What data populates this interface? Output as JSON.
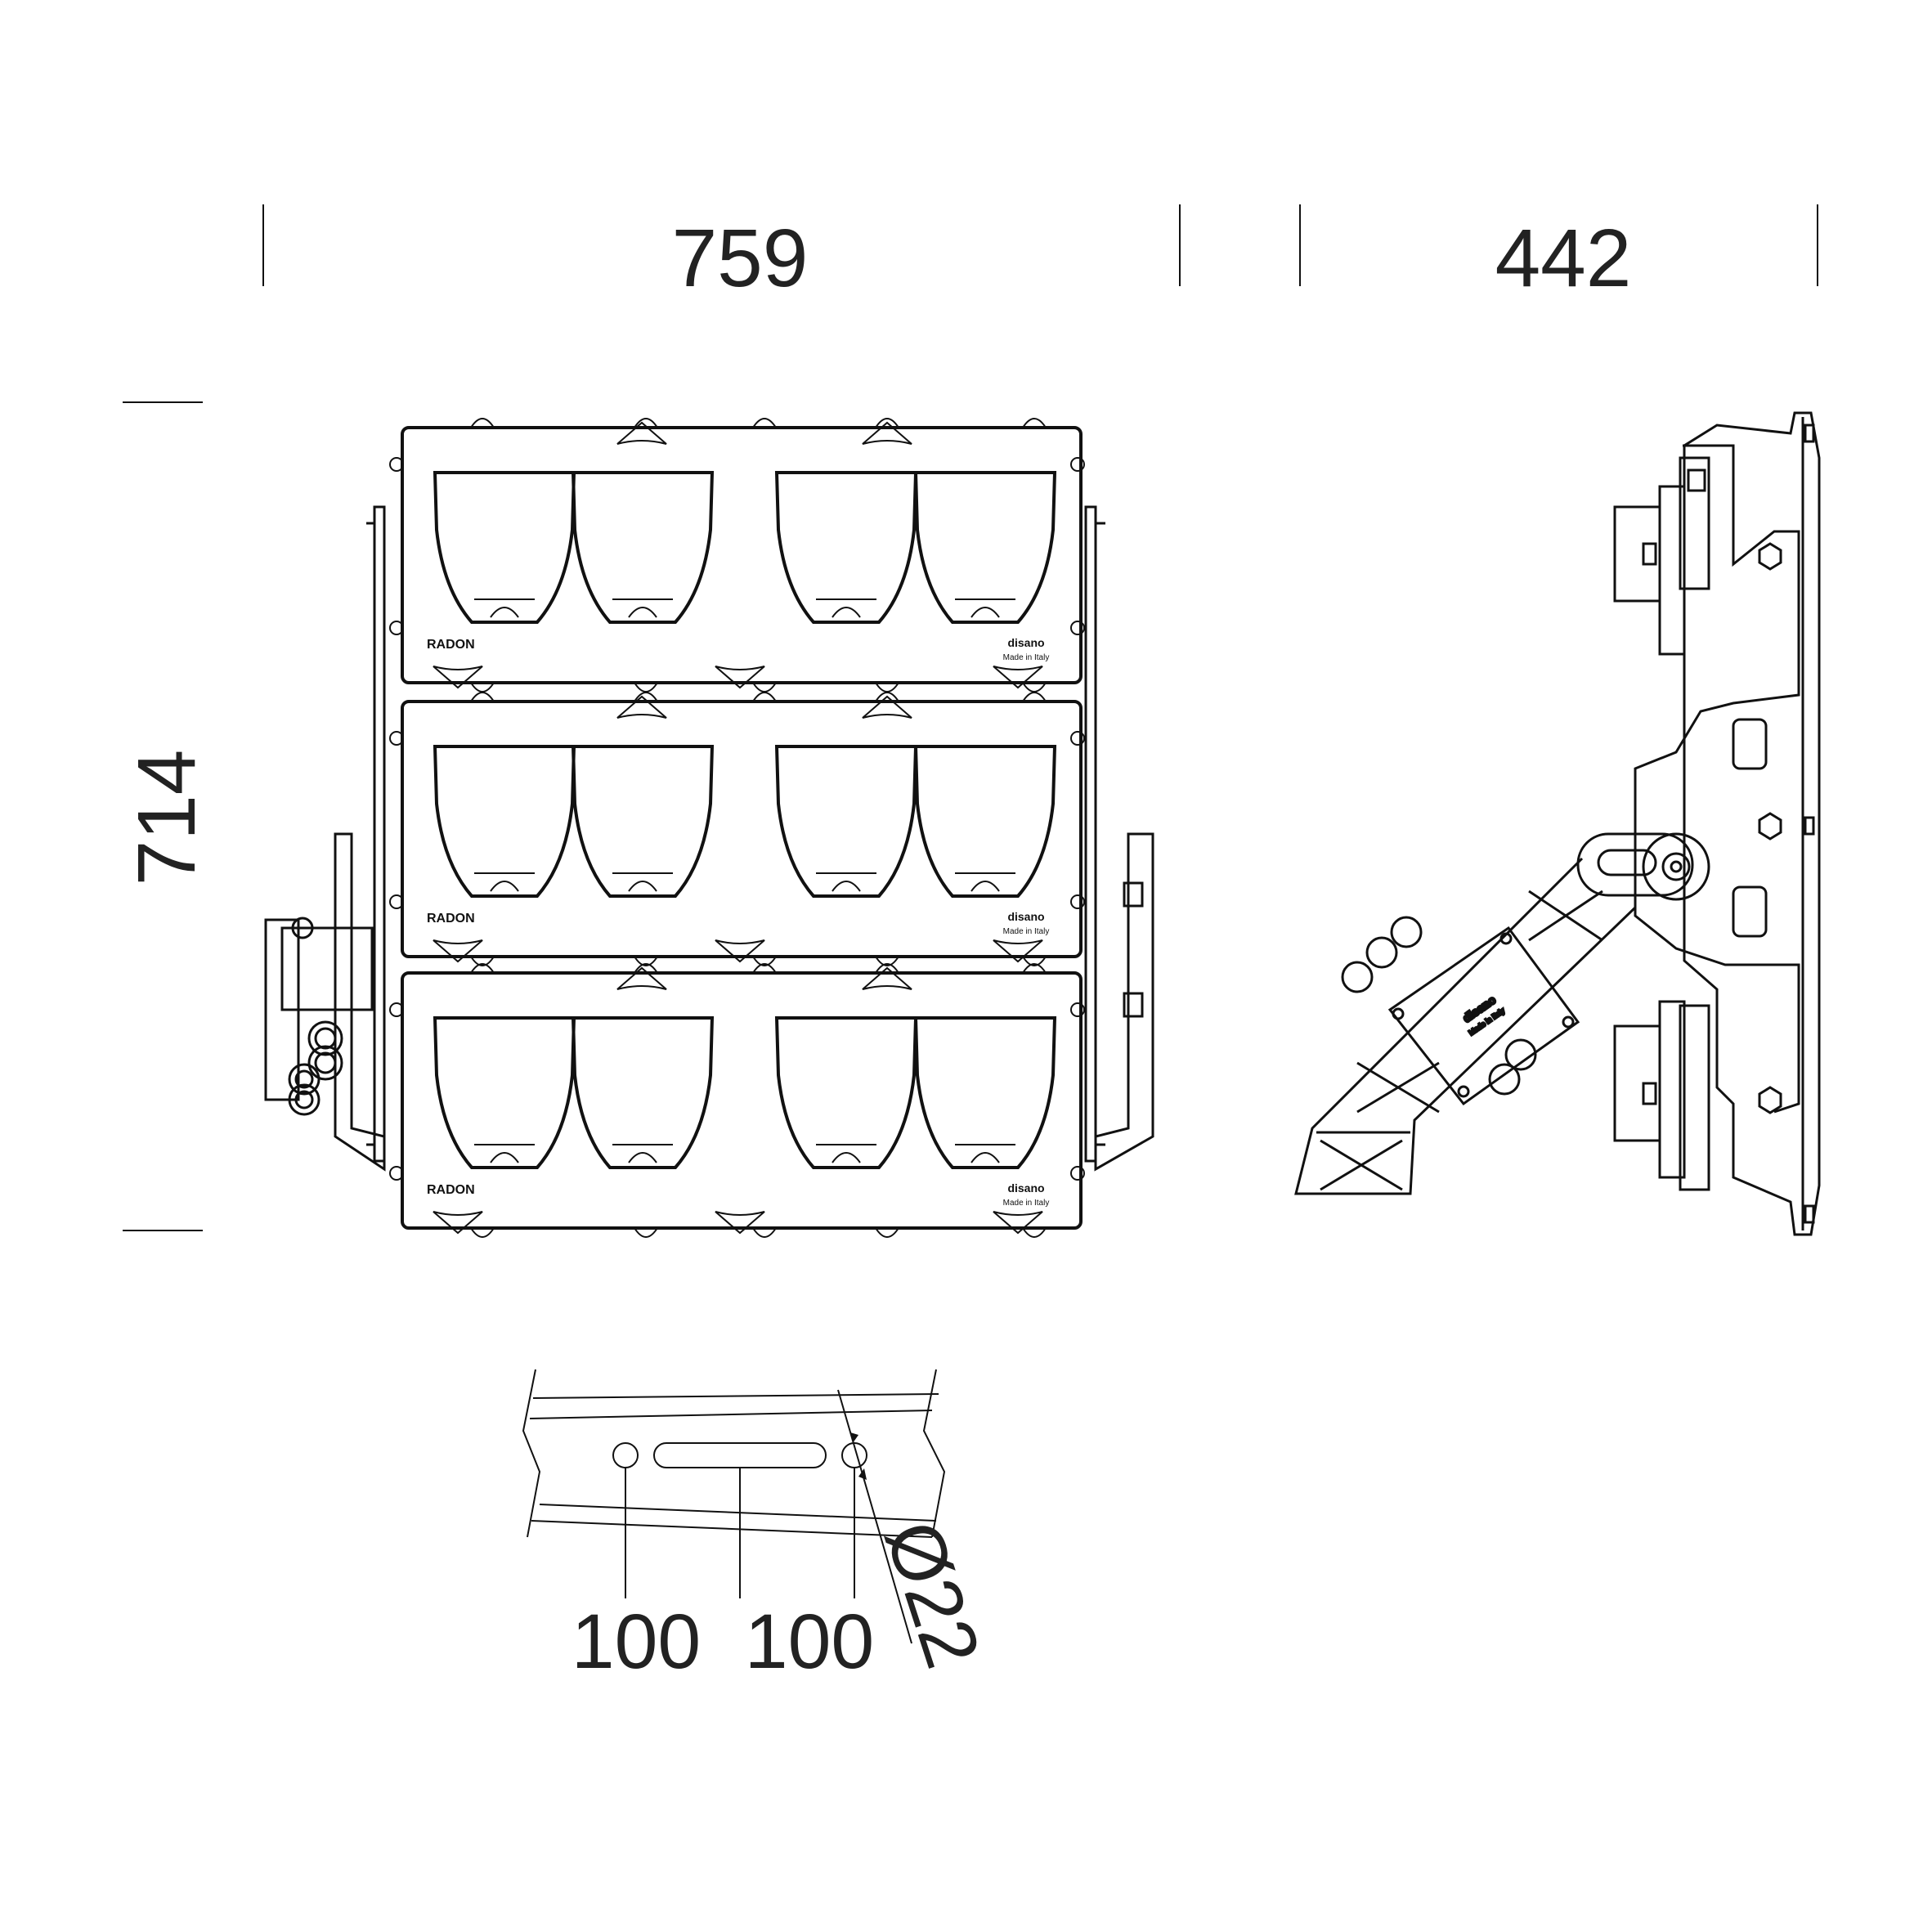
{
  "dimensions": {
    "width": "759",
    "depth": "442",
    "height": "714",
    "slot_spacing_a": "100",
    "slot_spacing_b": "100",
    "hole_diameter": "Ø22"
  },
  "modules": [
    {
      "model_label": "RADON",
      "brand_label": "disano",
      "made_in": "Made in Italy"
    },
    {
      "model_label": "RADON",
      "brand_label": "disano",
      "made_in": "Made in Italy"
    },
    {
      "model_label": "RADON",
      "brand_label": "disano",
      "made_in": "Made in Italy"
    }
  ],
  "side_view": {
    "junction_box_brand": "disano",
    "junction_box_made_in": "Made in Italy"
  },
  "colors": {
    "line": "#111111",
    "text": "#222222",
    "background": "#ffffff"
  }
}
